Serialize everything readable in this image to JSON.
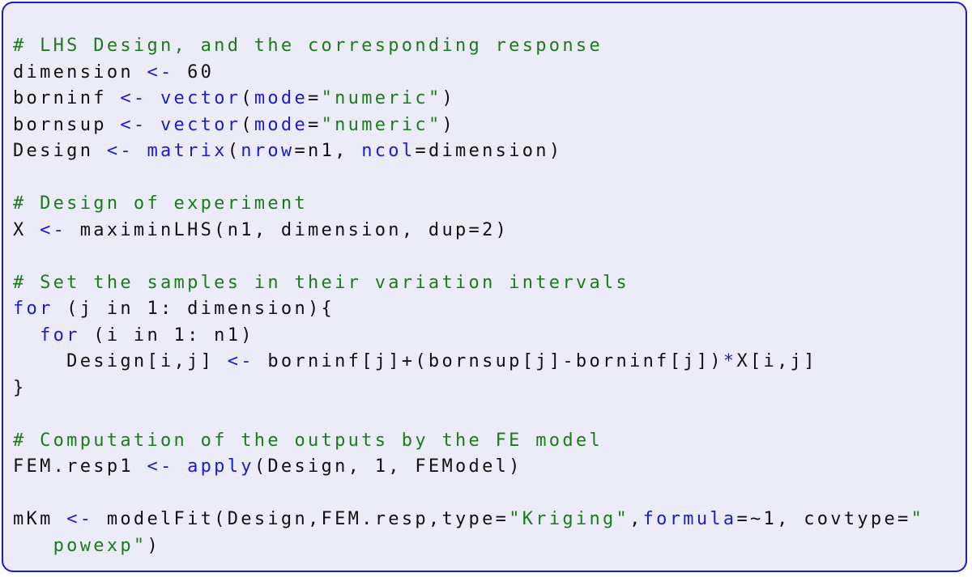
{
  "colors": {
    "border": "#1a1ad0",
    "background": "#ececf8",
    "comment": "#1c7a1c",
    "keyword": "#1a1ad0",
    "plain": "#111111"
  },
  "code_lines": [
    {
      "tokens": [
        {
          "t": "c",
          "v": "# LHS Design, and the corresponding response"
        }
      ]
    },
    {
      "tokens": [
        {
          "t": "p",
          "v": "dimension "
        },
        {
          "t": "o",
          "v": "<-"
        },
        {
          "t": "p",
          "v": " 60"
        }
      ]
    },
    {
      "tokens": [
        {
          "t": "p",
          "v": "borninf "
        },
        {
          "t": "o",
          "v": "<-"
        },
        {
          "t": "p",
          "v": " "
        },
        {
          "t": "k",
          "v": "vector"
        },
        {
          "t": "p",
          "v": "("
        },
        {
          "t": "k",
          "v": "mode"
        },
        {
          "t": "p",
          "v": "="
        },
        {
          "t": "s",
          "v": "\"numeric\""
        },
        {
          "t": "p",
          "v": ")"
        }
      ]
    },
    {
      "tokens": [
        {
          "t": "p",
          "v": "bornsup "
        },
        {
          "t": "o",
          "v": "<-"
        },
        {
          "t": "p",
          "v": " "
        },
        {
          "t": "k",
          "v": "vector"
        },
        {
          "t": "p",
          "v": "("
        },
        {
          "t": "k",
          "v": "mode"
        },
        {
          "t": "p",
          "v": "="
        },
        {
          "t": "s",
          "v": "\"numeric\""
        },
        {
          "t": "p",
          "v": ")"
        }
      ]
    },
    {
      "tokens": [
        {
          "t": "p",
          "v": "Design "
        },
        {
          "t": "o",
          "v": "<-"
        },
        {
          "t": "p",
          "v": " "
        },
        {
          "t": "k",
          "v": "matrix"
        },
        {
          "t": "p",
          "v": "("
        },
        {
          "t": "k",
          "v": "nrow"
        },
        {
          "t": "p",
          "v": "=n1, "
        },
        {
          "t": "k",
          "v": "ncol"
        },
        {
          "t": "p",
          "v": "=dimension)"
        }
      ]
    },
    {
      "blank": true
    },
    {
      "tokens": [
        {
          "t": "c",
          "v": "# Design of experiment"
        }
      ]
    },
    {
      "tokens": [
        {
          "t": "p",
          "v": "X "
        },
        {
          "t": "o",
          "v": "<-"
        },
        {
          "t": "p",
          "v": " maximinLHS(n1, dimension, dup=2)"
        }
      ]
    },
    {
      "blank": true
    },
    {
      "tokens": [
        {
          "t": "c",
          "v": "# Set the samples in their variation intervals"
        }
      ]
    },
    {
      "tokens": [
        {
          "t": "k",
          "v": "for"
        },
        {
          "t": "p",
          "v": " (j in 1: dimension){"
        }
      ]
    },
    {
      "tokens": [
        {
          "t": "p",
          "v": "  "
        },
        {
          "t": "k",
          "v": "for"
        },
        {
          "t": "p",
          "v": " (i in 1: n1)"
        }
      ]
    },
    {
      "tokens": [
        {
          "t": "p",
          "v": "    Design[i,j] "
        },
        {
          "t": "o",
          "v": "<-"
        },
        {
          "t": "p",
          "v": " borninf[j]+(bornsup[j]-borninf[j])"
        },
        {
          "t": "o",
          "v": "*"
        },
        {
          "t": "p",
          "v": "X[i,j]"
        }
      ]
    },
    {
      "tokens": [
        {
          "t": "p",
          "v": "}"
        }
      ]
    },
    {
      "blank": true
    },
    {
      "tokens": [
        {
          "t": "c",
          "v": "# Computation of the outputs by the FE model"
        }
      ]
    },
    {
      "tokens": [
        {
          "t": "p",
          "v": "FEM.resp1 "
        },
        {
          "t": "o",
          "v": "<-"
        },
        {
          "t": "p",
          "v": " "
        },
        {
          "t": "k",
          "v": "apply"
        },
        {
          "t": "p",
          "v": "(Design, 1, FEModel)"
        }
      ]
    },
    {
      "blank": true
    },
    {
      "tokens": [
        {
          "t": "p",
          "v": "mKm "
        },
        {
          "t": "o",
          "v": "<-"
        },
        {
          "t": "p",
          "v": " modelFit(Design,FEM.resp,type="
        },
        {
          "t": "s",
          "v": "\"Kriging\""
        },
        {
          "t": "p",
          "v": ","
        },
        {
          "t": "k",
          "v": "formula"
        },
        {
          "t": "p",
          "v": "=~1, covtype="
        },
        {
          "t": "s",
          "v": "\""
        }
      ]
    },
    {
      "tokens": [
        {
          "t": "p",
          "v": "   "
        },
        {
          "t": "s",
          "v": "powexp"
        },
        {
          "t": "s",
          "v": "\""
        },
        {
          "t": "p",
          "v": ")"
        }
      ]
    }
  ]
}
